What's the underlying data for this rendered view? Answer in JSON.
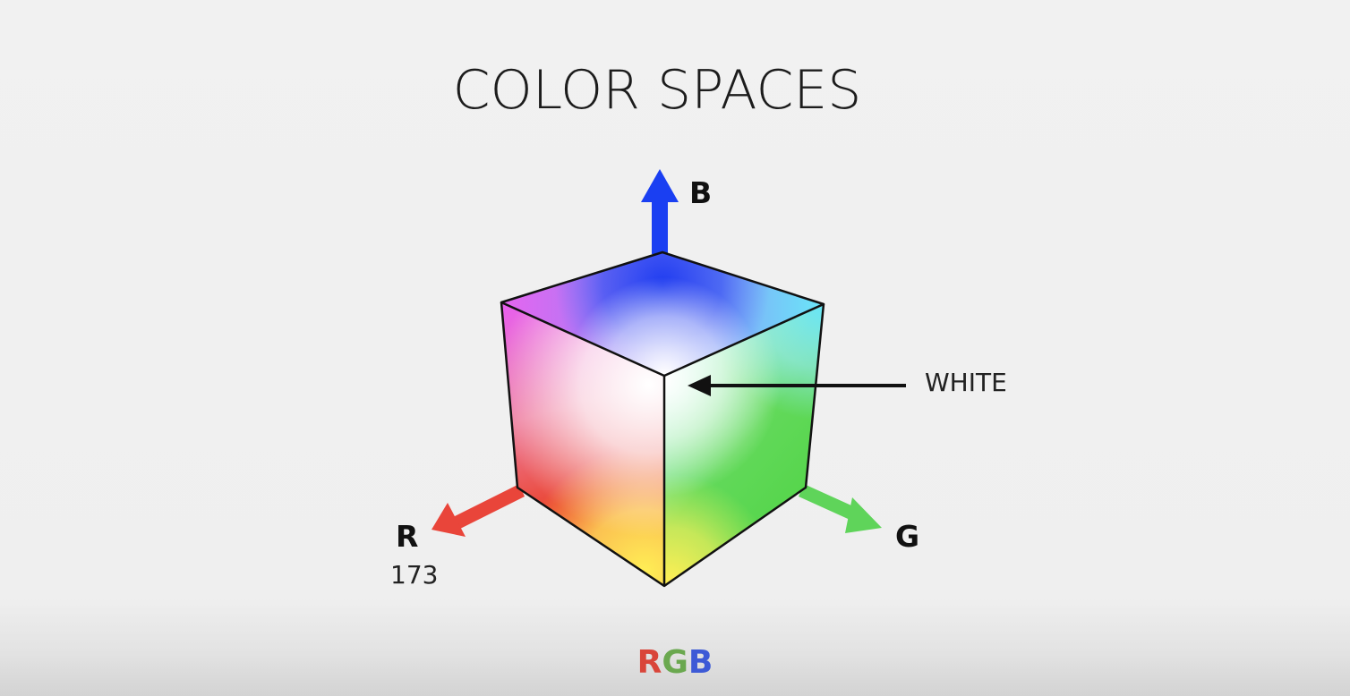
{
  "title": "COLOR SPACES",
  "axes": {
    "b": {
      "label": "B",
      "color": "#1a3ff2"
    },
    "r": {
      "label": "R",
      "color": "#e9453a",
      "value": "173"
    },
    "g": {
      "label": "G",
      "color": "#5fd45a"
    }
  },
  "annotation": {
    "label": "WHITE",
    "arrow_icon": "arrow-left-icon"
  },
  "caption": {
    "parts": [
      {
        "text": "R",
        "color": "#d9453a"
      },
      {
        "text": "G",
        "color": "#6aa84f"
      },
      {
        "text": "B",
        "color": "#3d5ad6"
      }
    ]
  },
  "cube": {
    "corner_colors": {
      "top": "#1f3cf0",
      "top_left": "#e961f0",
      "top_right": "#66e6f8",
      "front": "#ffffff",
      "bottom_left": "#ea3e2e",
      "bottom": "#ffe95a",
      "bottom_right": "#56d64e"
    }
  }
}
